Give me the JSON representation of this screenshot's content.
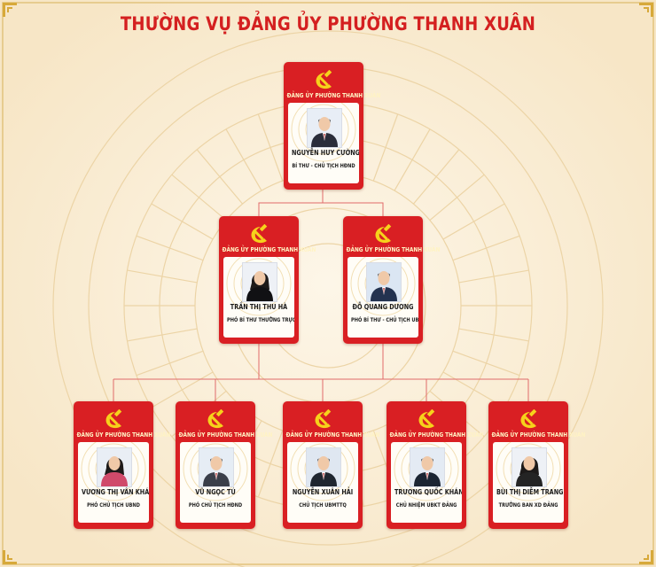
{
  "title": "THƯỜNG VỤ ĐẢNG ỦY PHƯỜNG THANH XUÂN",
  "colors": {
    "card_red": "#d91f23",
    "title_red": "#d42020",
    "emblem_yellow": "#f6d21b",
    "background_cream": "#fbf1dd",
    "connector": "#e06a6a"
  },
  "icons": {
    "emblem": "hammer-sickle-icon",
    "corner": "corner-ornament-icon"
  },
  "levels": [
    [
      {
        "org": "ĐẢNG ỦY PHƯỜNG THANH XUÂN",
        "name": "NGUYỄN HUY CƯỜNG",
        "role": "BÍ THƯ - CHỦ TỊCH HĐND"
      }
    ],
    [
      {
        "org": "ĐẢNG ỦY PHƯỜNG THANH XUÂN",
        "name": "TRẦN THỊ THU HÀ",
        "role": "PHÓ BÍ THƯ THƯỜNG TRỰC"
      },
      {
        "org": "ĐẢNG ỦY PHƯỜNG THANH XUÂN",
        "name": "ĐỖ QUANG DƯƠNG",
        "role": "PHÓ BÍ THƯ - CHỦ TỊCH UBND"
      }
    ],
    [
      {
        "org": "ĐẢNG ỦY PHƯỜNG THANH XUÂN",
        "name": "VƯƠNG THỊ VÂN KHÁNH",
        "role": "PHÓ CHỦ TỊCH UBND"
      },
      {
        "org": "ĐẢNG ỦY PHƯỜNG THANH XUÂN",
        "name": "VŨ NGỌC TÚ",
        "role": "PHÓ CHỦ TỊCH HĐND"
      },
      {
        "org": "ĐẢNG ỦY PHƯỜNG THANH XUÂN",
        "name": "NGUYỄN XUÂN HẢI",
        "role": "CHỦ TỊCH UBMTTQ"
      },
      {
        "org": "ĐẢNG ỦY PHƯỜNG THANH XUÂN",
        "name": "TRƯƠNG QUỐC KHÁNH",
        "role": "CHỦ NHIỆM UBKT ĐẢNG"
      },
      {
        "org": "ĐẢNG ỦY PHƯỜNG THANH XUÂN",
        "name": "BÙI THỊ DIỄM TRANG",
        "role": "TRƯỞNG BAN XD ĐẢNG"
      }
    ]
  ]
}
